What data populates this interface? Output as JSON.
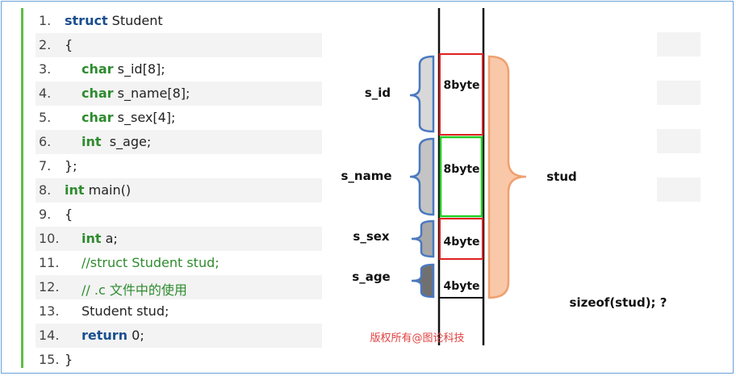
{
  "code": {
    "lines": [
      {
        "num": "1.",
        "kw": "struct",
        "kwStyle": "blue",
        "rest": " Student",
        "indent": 0
      },
      {
        "num": "2.",
        "kw": "",
        "kwStyle": "",
        "rest": "{",
        "indent": 0
      },
      {
        "num": "3.",
        "kw": "char",
        "kwStyle": "green",
        "rest": " s_id[8];",
        "indent": 1
      },
      {
        "num": "4.",
        "kw": "char",
        "kwStyle": "green",
        "rest": " s_name[8];",
        "indent": 1
      },
      {
        "num": "5.",
        "kw": "char",
        "kwStyle": "green",
        "rest": " s_sex[4];",
        "indent": 1
      },
      {
        "num": "6.",
        "kw": "int",
        "kwStyle": "green",
        "rest": "  s_age;",
        "indent": 1
      },
      {
        "num": "7.",
        "kw": "",
        "kwStyle": "",
        "rest": "};",
        "indent": 0
      },
      {
        "num": "8.",
        "kw": "int",
        "kwStyle": "green",
        "rest": " main()",
        "indent": 0
      },
      {
        "num": "9.",
        "kw": "",
        "kwStyle": "",
        "rest": "{",
        "indent": 0
      },
      {
        "num": "10.",
        "kw": "int",
        "kwStyle": "green",
        "rest": " a;",
        "indent": 1
      },
      {
        "num": "11.",
        "kw": "",
        "kwStyle": "",
        "rest": "//struct Student stud;",
        "indent": 1,
        "comment": true
      },
      {
        "num": "12.",
        "kw": "",
        "kwStyle": "",
        "rest": "// .c 文件中的使用",
        "indent": 1,
        "comment": true
      },
      {
        "num": "13.",
        "kw": "",
        "kwStyle": "",
        "rest": "Student stud;",
        "indent": 1
      },
      {
        "num": "14.",
        "kw": "return",
        "kwStyle": "blue",
        "rest": " 0;",
        "indent": 1
      },
      {
        "num": "15.",
        "kw": "",
        "kwStyle": "",
        "rest": "}",
        "indent": 0
      }
    ]
  },
  "diagram": {
    "fields": [
      {
        "label": "s_id",
        "cell": "8byte",
        "border": "#e02020"
      },
      {
        "label": "s_name",
        "cell": "8byte",
        "border": "#22cc22"
      },
      {
        "label": "s_sex",
        "cell": "4byte",
        "border": "#e02020"
      },
      {
        "label": "s_age",
        "cell": "4byte",
        "border": "none"
      }
    ],
    "struct_label": "stud",
    "question": "sizeof(stud); ?",
    "watermark": "版权所有@图论科技",
    "colors": {
      "brace_blue": "#4a78c0",
      "brace_orange": "#f0a070",
      "brace_fill_orange": "#f8c8a8"
    }
  }
}
